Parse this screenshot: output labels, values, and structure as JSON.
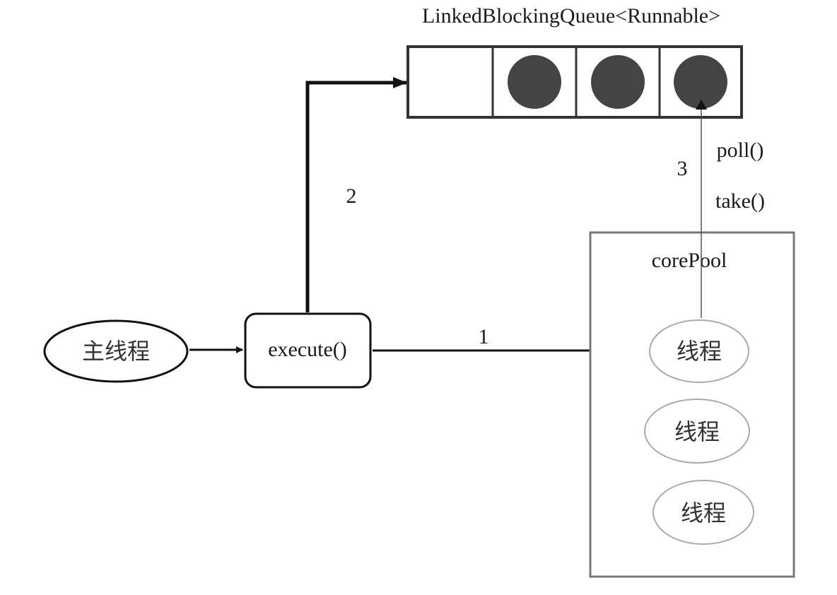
{
  "queue": {
    "title": "LinkedBlockingQueue<Runnable>",
    "slots": [
      {
        "filled": false
      },
      {
        "filled": true
      },
      {
        "filled": true
      },
      {
        "filled": true
      }
    ]
  },
  "main_thread": {
    "label": "主线程"
  },
  "execute": {
    "label": "execute()"
  },
  "arrows": {
    "step1": "1",
    "step2": "2",
    "step3": "3",
    "poll": "poll()",
    "take": "take()"
  },
  "core_pool": {
    "title": "corePool",
    "threads": [
      "线程",
      "线程",
      "线程"
    ]
  },
  "colors": {
    "ink": "#111111",
    "task": "#444444",
    "pool_border": "#777777",
    "thread_border": "#aaaaaa"
  }
}
